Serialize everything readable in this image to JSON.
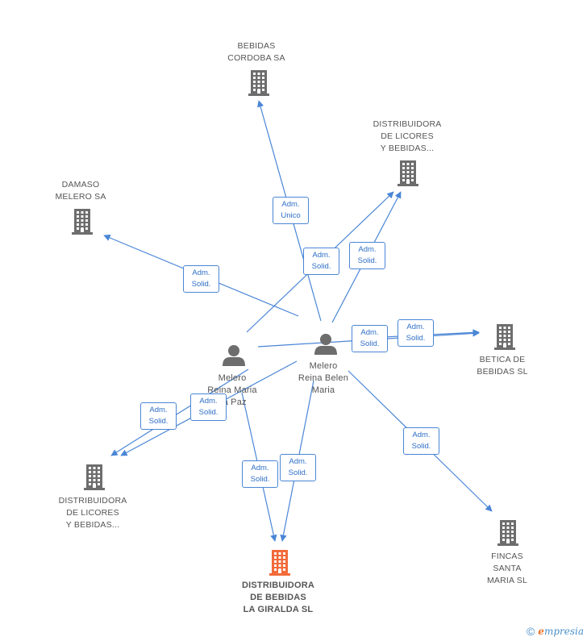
{
  "colors": {
    "edge": "#4a86d6",
    "company_icon": "#6d6d6d",
    "main_icon": "#f26b3a",
    "person_icon": "#6d6d6d"
  },
  "companies": [
    {
      "id": "bebidas-cordoba",
      "label": "BEBIDAS\nCORDOBA SA",
      "main": false
    },
    {
      "id": "dist-licores-top",
      "label": "DISTRIBUIDORA\nDE LICORES\nY BEBIDAS...",
      "main": false
    },
    {
      "id": "damaso",
      "label": "DAMASO\nMELERO SA",
      "main": false
    },
    {
      "id": "betica",
      "label": "BETICA DE\nBEBIDAS SL",
      "main": false
    },
    {
      "id": "dist-licores-bottom",
      "label": "DISTRIBUIDORA\nDE LICORES\nY BEBIDAS...",
      "main": false
    },
    {
      "id": "fincas",
      "label": "FINCAS\nSANTA\nMARIA SL",
      "main": false
    },
    {
      "id": "giralda",
      "label": "DISTRIBUIDORA\nDE BEBIDAS\nLA GIRALDA SL",
      "main": true
    }
  ],
  "persons": [
    {
      "id": "maria-la-paz",
      "label": "Melero\nReina Maria\nLa Paz"
    },
    {
      "id": "belen-maria",
      "label": "Melero\nReina Belen\nMaria"
    }
  ],
  "edges": [
    {
      "id": "e1",
      "from": "belen-maria",
      "to": "bebidas-cordoba",
      "label": "Adm.\nUnico"
    },
    {
      "id": "e2",
      "from": "maria-la-paz",
      "to": "dist-licores-top",
      "label": "Adm.\nSolid."
    },
    {
      "id": "e3",
      "from": "belen-maria",
      "to": "dist-licores-top",
      "label": "Adm.\nSolid."
    },
    {
      "id": "e4",
      "from": "belen-maria",
      "to": "damaso",
      "label": "Adm.\nSolid."
    },
    {
      "id": "e5",
      "from": "belen-maria",
      "to": "betica",
      "label": "Adm.\nSolid."
    },
    {
      "id": "e6",
      "from": "maria-la-paz",
      "to": "betica",
      "label": "Adm.\nSolid."
    },
    {
      "id": "e7",
      "from": "maria-la-paz",
      "to": "dist-licores-bottom",
      "label": "Adm.\nSolid."
    },
    {
      "id": "e8",
      "from": "belen-maria",
      "to": "dist-licores-bottom",
      "label": "Adm.\nSolid."
    },
    {
      "id": "e9",
      "from": "maria-la-paz",
      "to": "giralda",
      "label": "Adm.\nSolid."
    },
    {
      "id": "e10",
      "from": "belen-maria",
      "to": "giralda",
      "label": "Adm.\nSolid."
    },
    {
      "id": "e11",
      "from": "belen-maria",
      "to": "fincas",
      "label": "Adm.\nSolid."
    }
  ],
  "footer": {
    "copyright": "©",
    "brand_initial": "e",
    "brand_rest": "mpresia"
  }
}
